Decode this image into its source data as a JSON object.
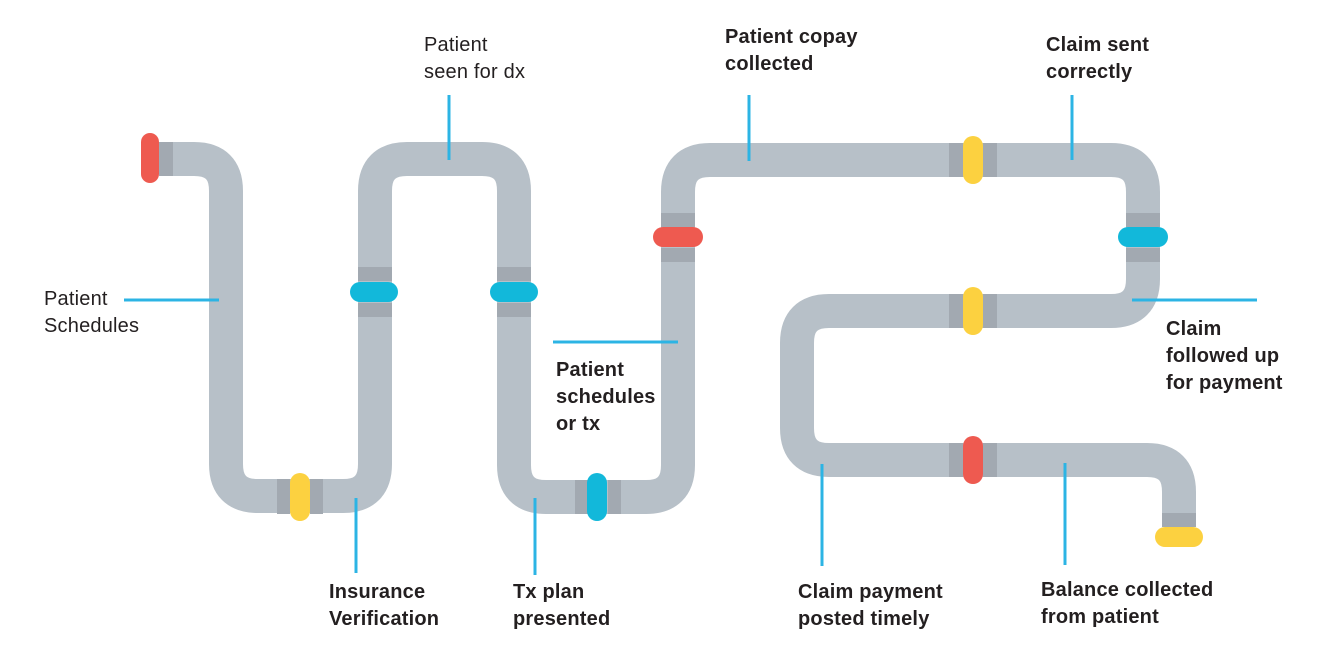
{
  "colors": {
    "background": "#ffffff",
    "pipe": "#b7c0c8",
    "coupling": "#a2a9b1",
    "valve-red": "#ee5a50",
    "valve-yellow": "#fcd140",
    "valve-cyan": "#12b8da",
    "leader": "#2cb4e4",
    "text": "#231f20"
  },
  "stages": [
    {
      "id": "patient-schedules",
      "label": "Patient\nSchedules",
      "emphasis": "regular"
    },
    {
      "id": "patient-seen-for-dx",
      "label": "Patient\nseen for dx",
      "emphasis": "regular"
    },
    {
      "id": "insurance-verification",
      "label": "Insurance\nVerification",
      "emphasis": "bold"
    },
    {
      "id": "tx-plan-presented",
      "label": "Tx plan\npresented",
      "emphasis": "bold"
    },
    {
      "id": "patient-schedules-or-tx",
      "label": "Patient\nschedules\nor tx",
      "emphasis": "bold"
    },
    {
      "id": "patient-copay-collected",
      "label": "Patient copay\ncollected",
      "emphasis": "bold"
    },
    {
      "id": "claim-sent-correctly",
      "label": "Claim sent\ncorrectly",
      "emphasis": "bold"
    },
    {
      "id": "claim-followed-up",
      "label": "Claim\nfollowed up\nfor payment",
      "emphasis": "bold"
    },
    {
      "id": "claim-payment-posted",
      "label": "Claim payment\nposted timely",
      "emphasis": "bold"
    },
    {
      "id": "balance-collected",
      "label": "Balance collected\nfrom patient",
      "emphasis": "bold"
    }
  ],
  "valves": [
    {
      "name": "cap-start",
      "color": "red"
    },
    {
      "name": "valve-insurance-verification",
      "color": "yellow"
    },
    {
      "name": "valve-before-patient-seen",
      "color": "cyan"
    },
    {
      "name": "valve-after-patient-seen",
      "color": "cyan"
    },
    {
      "name": "valve-tx-plan",
      "color": "cyan"
    },
    {
      "name": "valve-before-copay",
      "color": "red"
    },
    {
      "name": "valve-claim-sent-top",
      "color": "yellow"
    },
    {
      "name": "valve-claim-sent-side",
      "color": "cyan"
    },
    {
      "name": "valve-claim-followup",
      "color": "yellow"
    },
    {
      "name": "valve-claim-payment",
      "color": "red"
    },
    {
      "name": "cap-end",
      "color": "yellow"
    }
  ]
}
